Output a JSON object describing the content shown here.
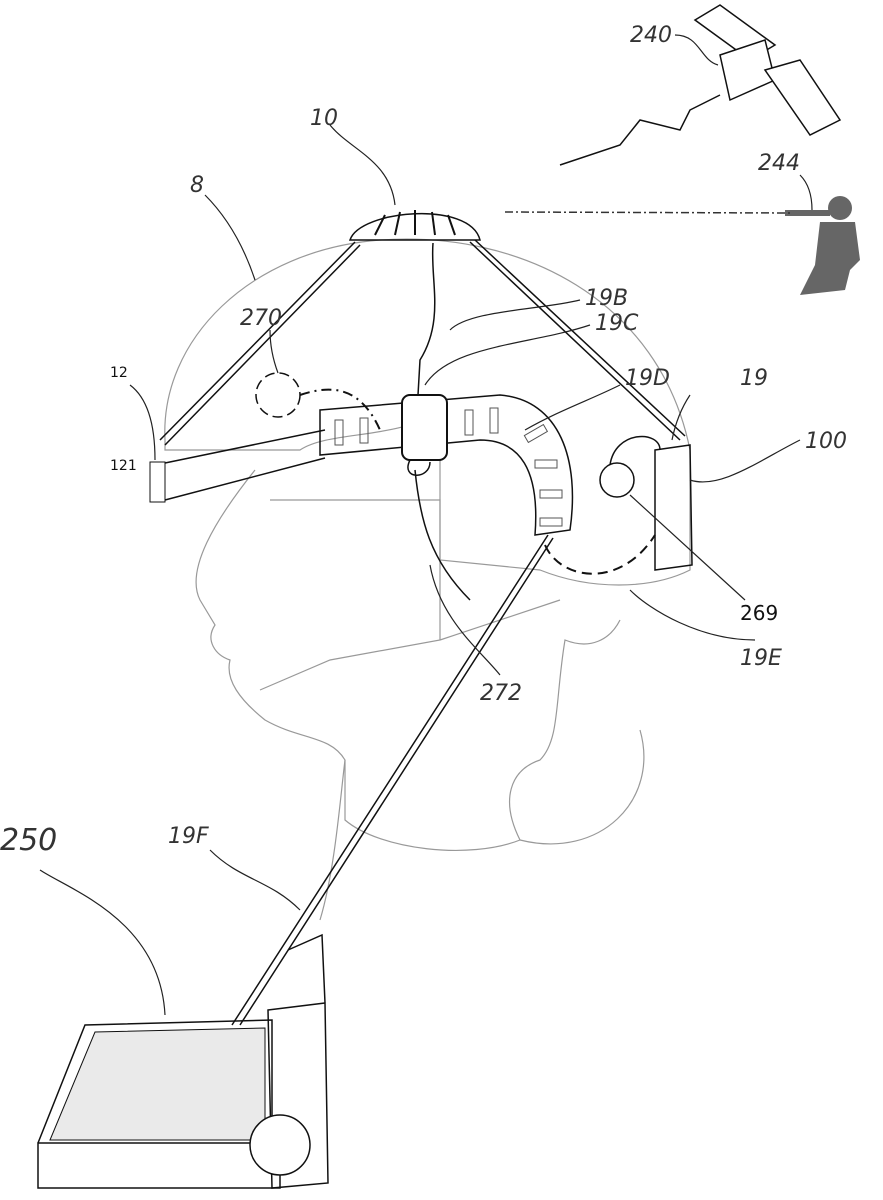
{
  "figure": {
    "labels": {
      "satellite": "240",
      "soldier": "244",
      "sensor_dome": "10",
      "helmet": "8",
      "cable_19b": "19B",
      "module_270": "270",
      "cable_19c": "19C",
      "front_unit": "12",
      "front_sensor": "121",
      "strap_19d": "19D",
      "cable_19": "19",
      "rear_unit": "100",
      "earpiece": "269",
      "cable_19e": "19E",
      "hub_272": "272",
      "display_250": "250",
      "cable_19f": "19F"
    }
  }
}
